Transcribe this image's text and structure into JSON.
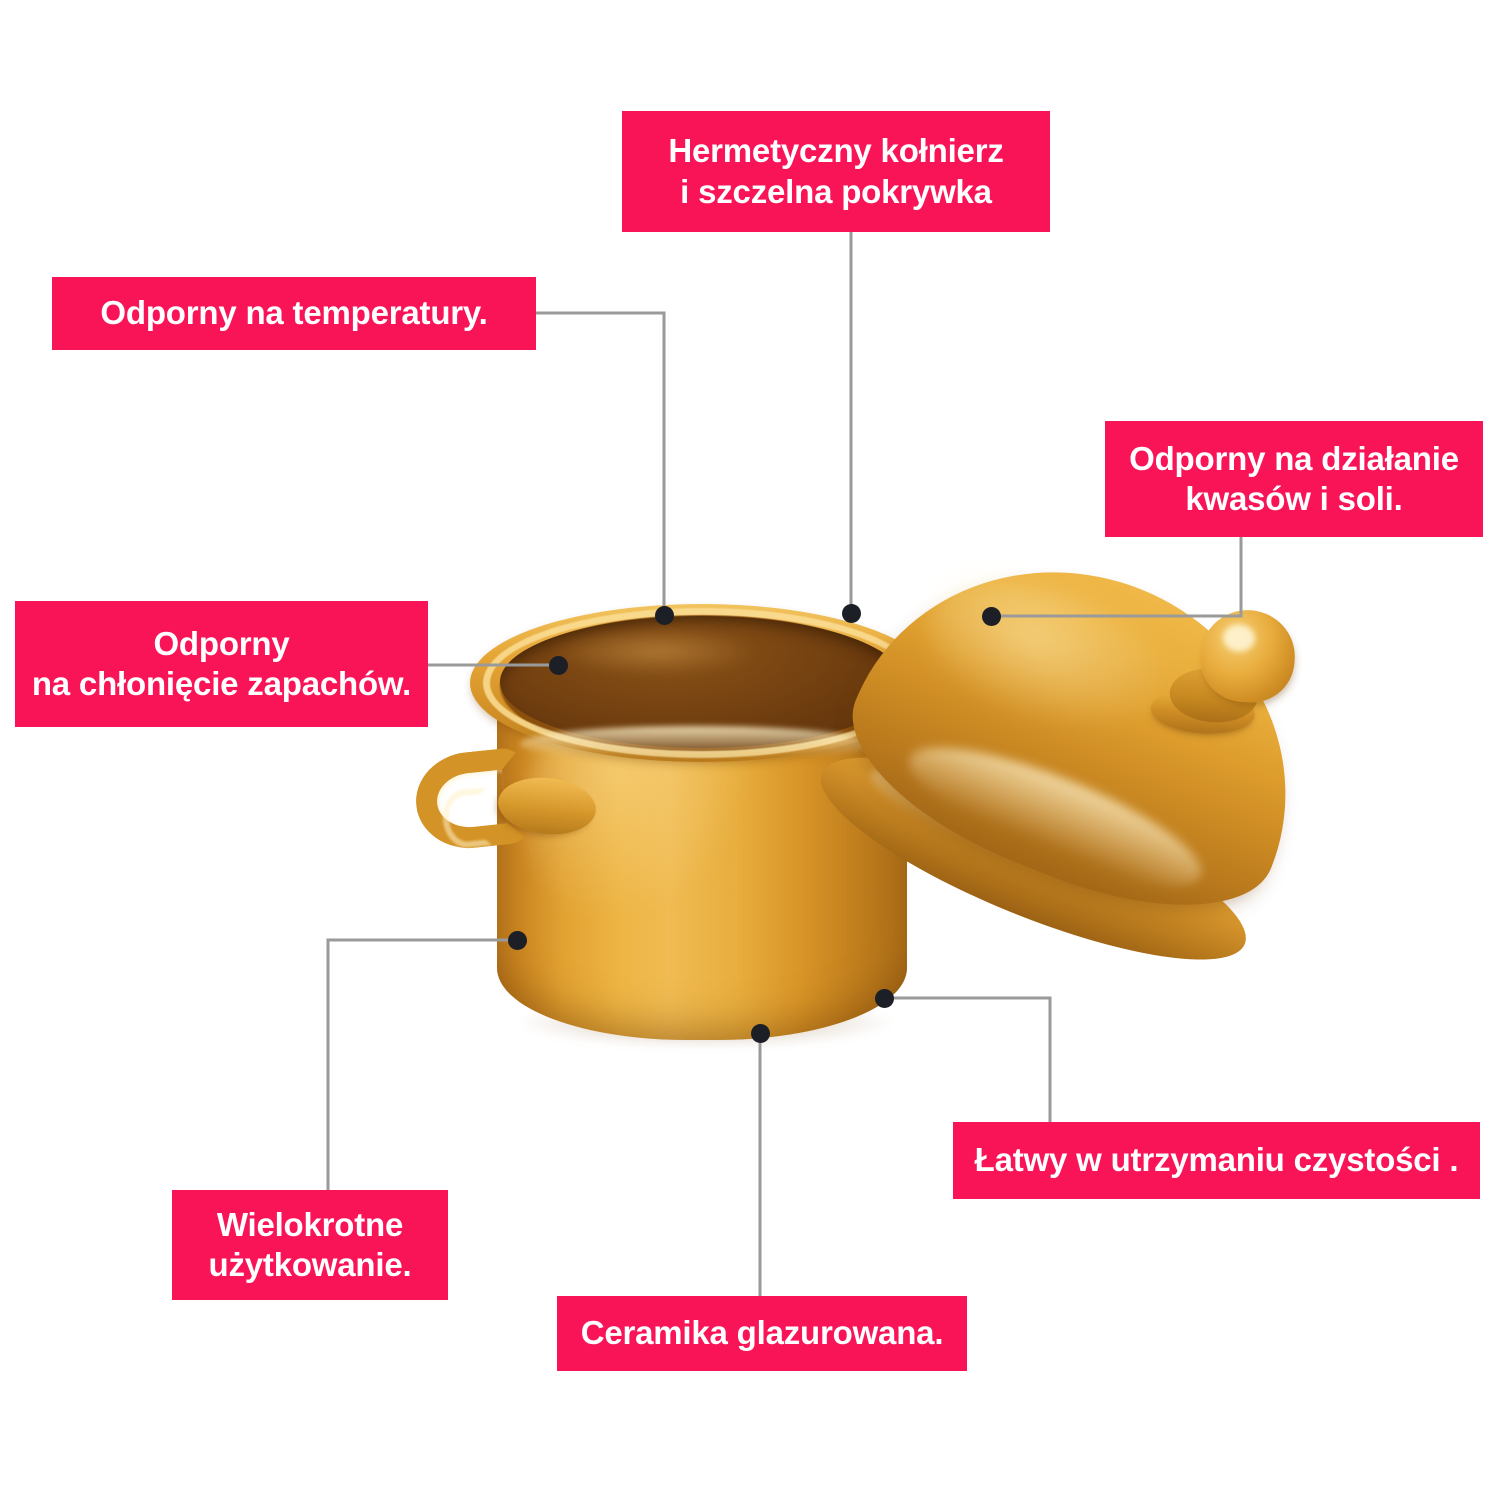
{
  "page": {
    "background_color": "#ffffff",
    "accent_color": "#F91458",
    "connector_color": "#9a9a9a",
    "dot_color": "#1c1f26",
    "language": "pl"
  },
  "product": {
    "name": "ceramic-casserole-pot-with-lid",
    "glaze_color": "#d99527",
    "interior_color": "#6a3a0e"
  },
  "callouts": [
    {
      "id": "hermetyczny",
      "text": "Hermetyczny kołnierz\ni szczelna pokrywka",
      "lines": [
        "Hermetyczny kołnierz",
        "i szczelna pokrywka"
      ]
    },
    {
      "id": "temperatury",
      "text": "Odporny na temperatury.",
      "lines": [
        "Odporny na temperatury."
      ]
    },
    {
      "id": "kwasow",
      "text": "Odporny na działanie\nkwasów i soli.",
      "lines": [
        "Odporny na działanie",
        "kwasów i soli."
      ]
    },
    {
      "id": "zapachow",
      "text": "Odporny\nna chłonięcie zapachów.",
      "lines": [
        "Odporny",
        "na chłonięcie zapachów."
      ]
    },
    {
      "id": "latwy",
      "text": "Łatwy w utrzymaniu czystości .",
      "lines": [
        "Łatwy w utrzymaniu czystości ."
      ]
    },
    {
      "id": "wielokrotne",
      "text": "Wielokrotne\nużytkowanie.",
      "lines": [
        "Wielokrotne",
        "użytkowanie."
      ]
    },
    {
      "id": "ceramika",
      "text": "Ceramika glazurowana.",
      "lines": [
        "Ceramika glazurowana."
      ]
    }
  ]
}
